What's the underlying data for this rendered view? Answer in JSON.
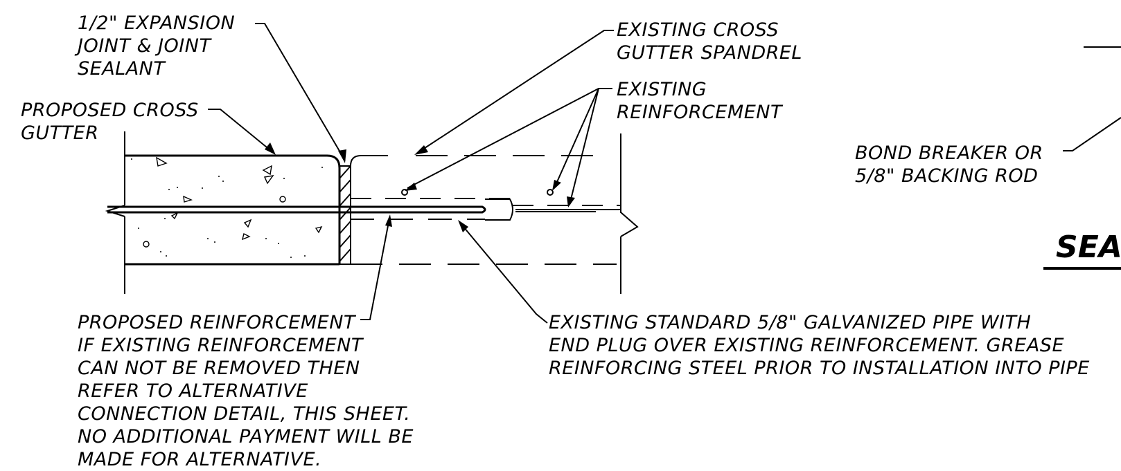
{
  "labels": {
    "expansion_joint": [
      "1/2\" EXPANSION",
      "JOINT & JOINT",
      "SEALANT"
    ],
    "proposed_cross_gutter": [
      "PROPOSED CROSS",
      "GUTTER"
    ],
    "existing_spandrel": [
      "EXISTING CROSS",
      "GUTTER SPANDREL"
    ],
    "existing_reinforcement": [
      "EXISTING",
      "REINFORCEMENT"
    ],
    "bond_breaker": [
      "BOND BREAKER OR",
      "5/8\" BACKING ROD"
    ],
    "proposed_reinforcement": [
      "PROPOSED REINFORCEMENT",
      "IF EXISTING REINFORCEMENT",
      "CAN NOT BE REMOVED THEN",
      "REFER TO  ALTERNATIVE",
      "CONNECTION DETAIL, THIS SHEET.",
      "NO ADDITIONAL PAYMENT WILL BE",
      "MADE FOR ALTERNATIVE."
    ],
    "galvanized_pipe": [
      "EXISTING STANDARD 5/8\" GALVANIZED PIPE WITH",
      "END PLUG OVER EXISTING REINFORCEMENT. GREASE",
      "REINFORCING STEEL PRIOR TO INSTALLATION INTO PIPE"
    ]
  },
  "section_title": "SEAL"
}
